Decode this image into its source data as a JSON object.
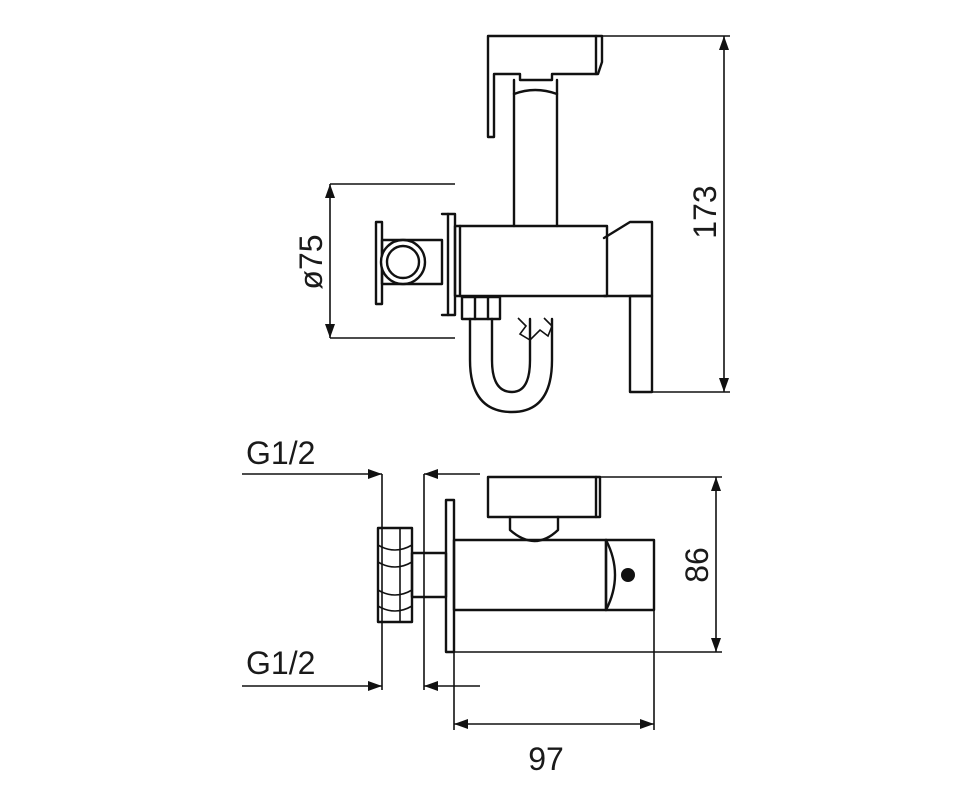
{
  "dimensions": {
    "diameter_flange": "ø75",
    "height_total": "173",
    "height_bottom": "86",
    "depth": "97",
    "thread_top": "G1/2",
    "thread_bottom": "G1/2"
  }
}
